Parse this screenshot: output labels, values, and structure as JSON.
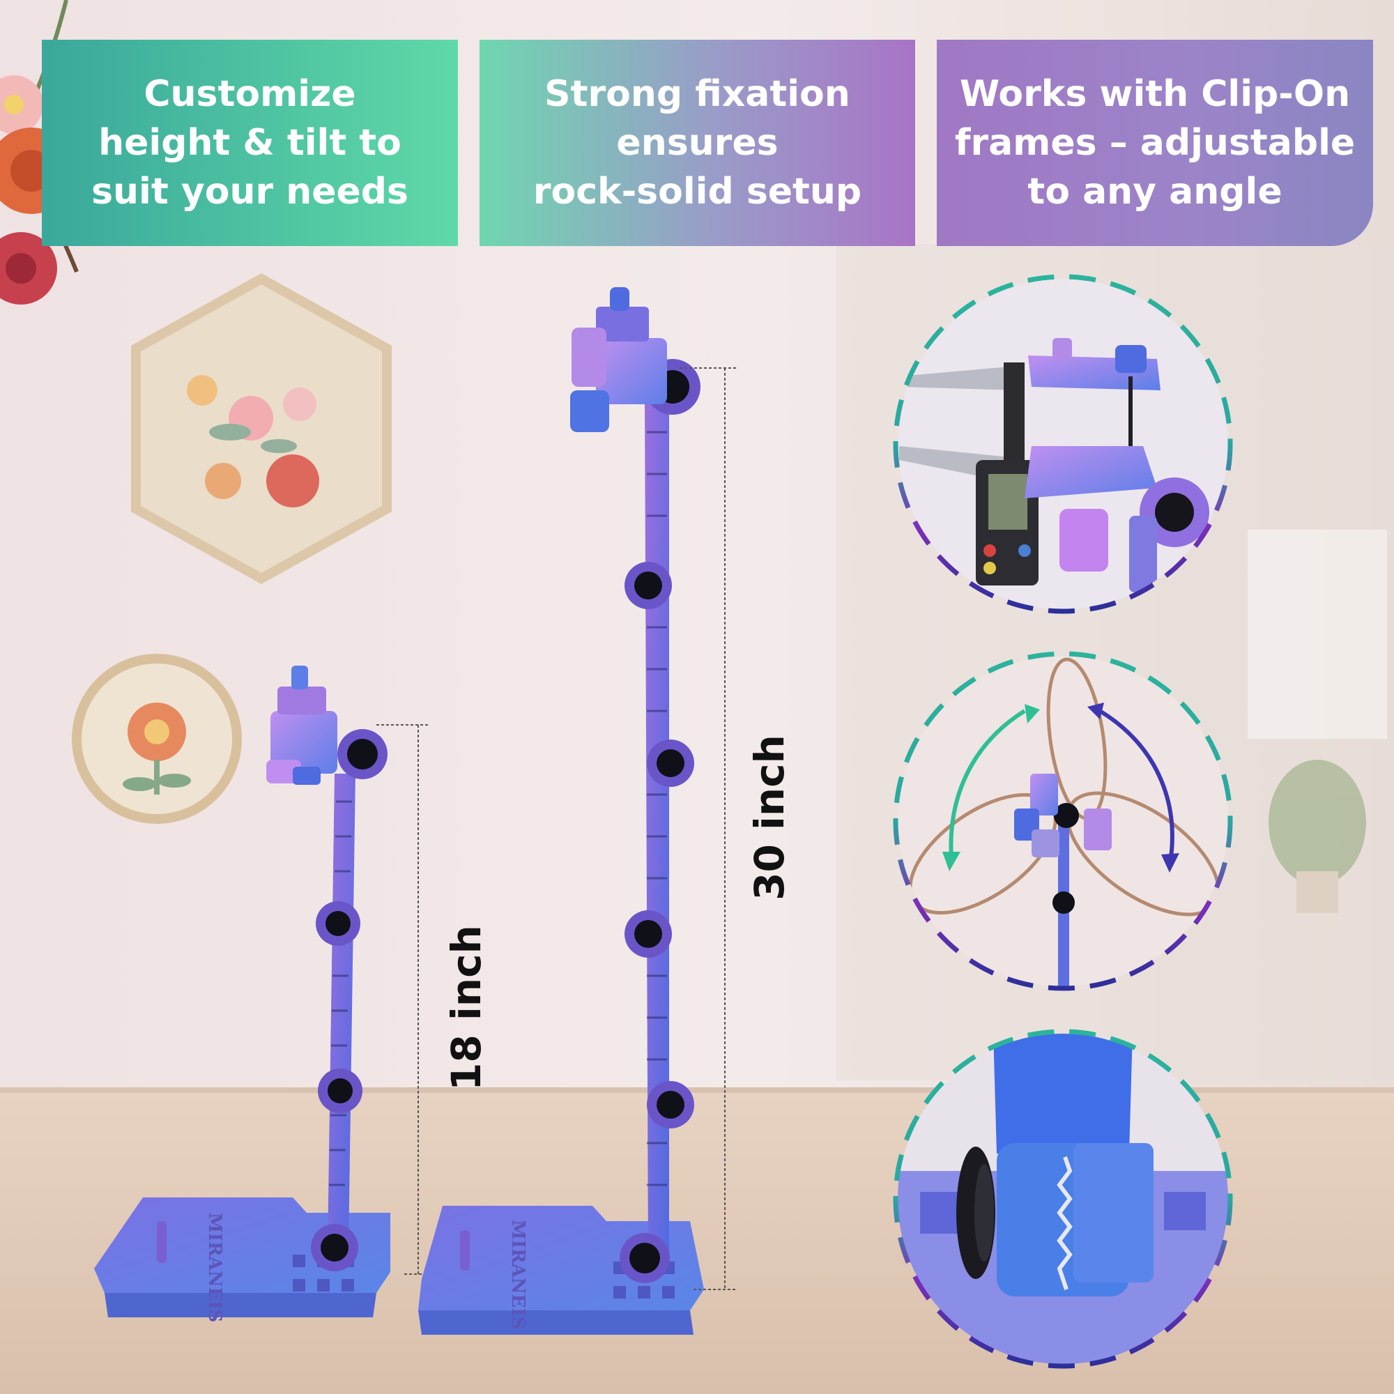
{
  "banners": [
    {
      "text": "Customize\nheight & tilt to\nsuit your needs"
    },
    {
      "text": "Strong fixation\nensures\nrock-solid setup"
    },
    {
      "text": "Works with Clip-On\nframes – adjustable\nto any angle"
    }
  ],
  "measurements": {
    "short": "18 inch",
    "tall": "30 inch"
  },
  "brand": {
    "base_logo": "MIRANEIS"
  },
  "colors": {
    "teal": "#5fd9a8",
    "purple": "#a874c6",
    "stand_blue": "#5a6ee0",
    "stand_purple": "#8b5fd6"
  }
}
